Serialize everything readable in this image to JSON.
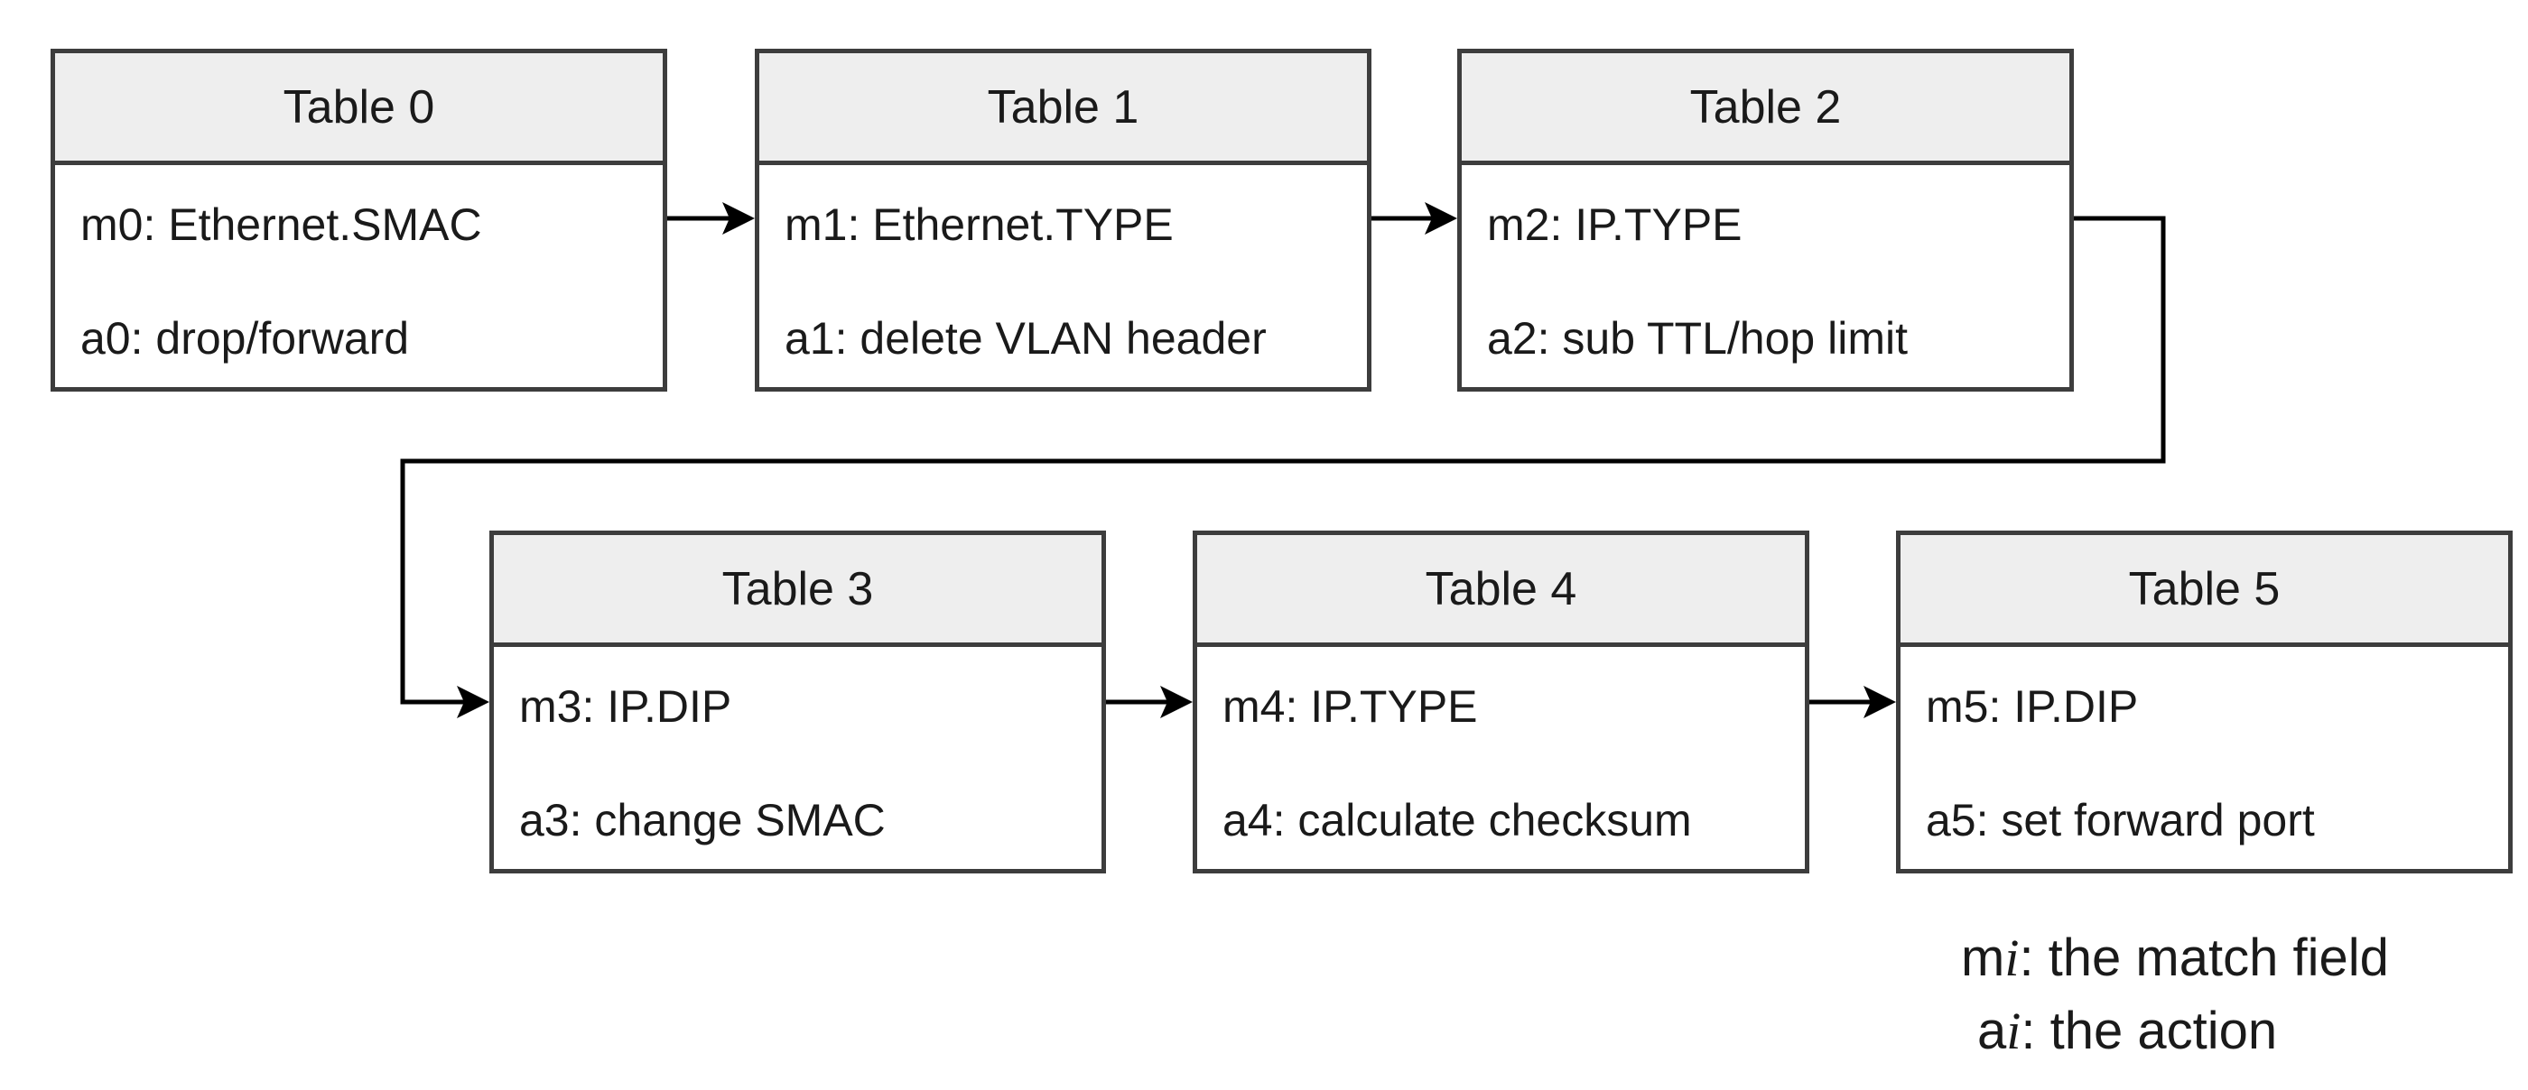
{
  "tables": [
    {
      "title": "Table 0",
      "match": "m0: Ethernet.SMAC",
      "action": "a0: drop/forward"
    },
    {
      "title": "Table 1",
      "match": "m1: Ethernet.TYPE",
      "action": "a1: delete VLAN header"
    },
    {
      "title": "Table 2",
      "match": "m2: IP.TYPE",
      "action": "a2: sub TTL/hop limit"
    },
    {
      "title": "Table 3",
      "match": "m3: IP.DIP",
      "action": "a3: change SMAC"
    },
    {
      "title": "Table 4",
      "match": "m4: IP.TYPE",
      "action": "a4: calculate checksum"
    },
    {
      "title": "Table 5",
      "match": "m5: IP.DIP",
      "action": "a5: set forward port"
    }
  ],
  "legend": {
    "match_prefix": "m",
    "action_prefix": "a",
    "var": "i",
    "match_text": ": the match field",
    "action_text": ": the action"
  },
  "colors": {
    "border": "#3d3d3d",
    "header_fill": "#eeeeee",
    "arrow": "#000000"
  }
}
